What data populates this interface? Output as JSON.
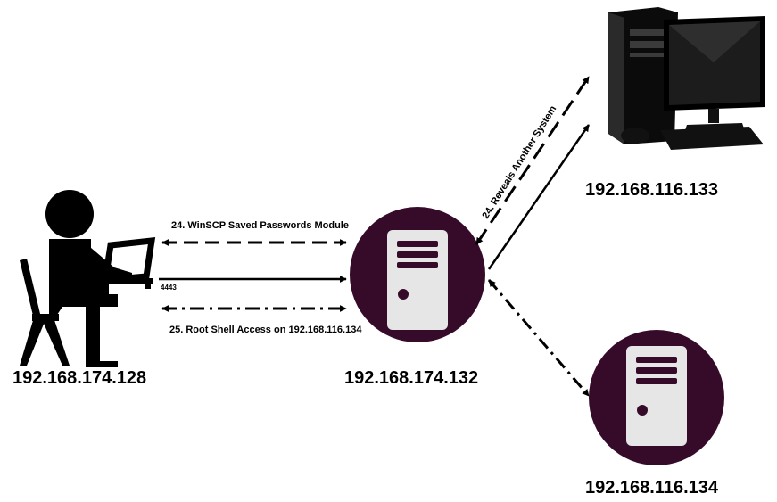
{
  "nodes": {
    "attacker": {
      "ip": "192.168.174.128",
      "icon": "person-at-laptop-icon"
    },
    "pivot": {
      "ip": "192.168.174.132",
      "icon": "server-icon"
    },
    "desktop": {
      "ip": "192.168.116.133",
      "icon": "desktop-computer-icon"
    },
    "server2": {
      "ip": "192.168.116.134",
      "icon": "server-icon"
    }
  },
  "links": {
    "winscp": "24. WinSCP Saved Passwords Module",
    "port": "4443",
    "root_shell": "25. Root Shell Access on 192.168.116.134",
    "reveals": "24. Reveals Another System"
  },
  "colors": {
    "server_circle": "#360b2a",
    "server_body": "#e6e6e6",
    "line": "#000000"
  }
}
